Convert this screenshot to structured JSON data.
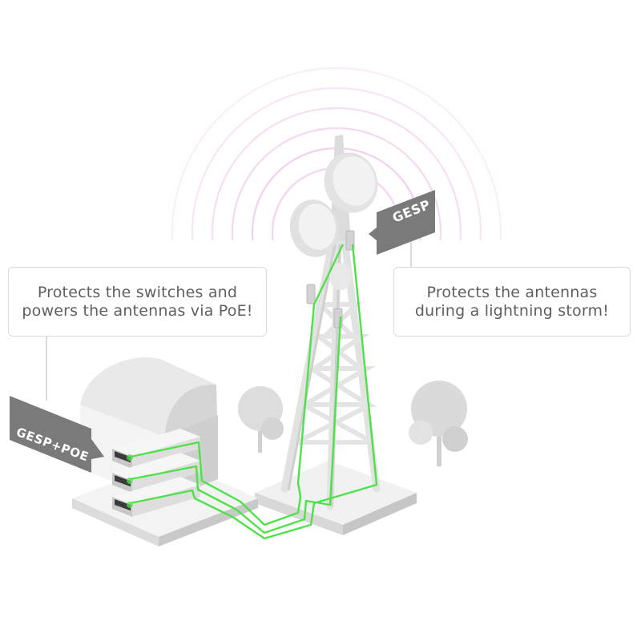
{
  "callouts": {
    "switches": {
      "line1": "Protects the switches and",
      "line2": "powers the antennas via PoE!"
    },
    "antennas": {
      "line1": "Protects the antennas",
      "line2": "during a lightning storm!"
    }
  },
  "tags": {
    "switch_device": "GESP+POE",
    "tower_device": "GESP"
  },
  "colors": {
    "cable_green": "#4ee24a",
    "signal_pink": "#f2c6ee",
    "tag_gray": "#7a7a7a",
    "structure_light": "#f1f1f1",
    "structure_mid": "#dedede",
    "structure_dark": "#c9c9c9"
  }
}
